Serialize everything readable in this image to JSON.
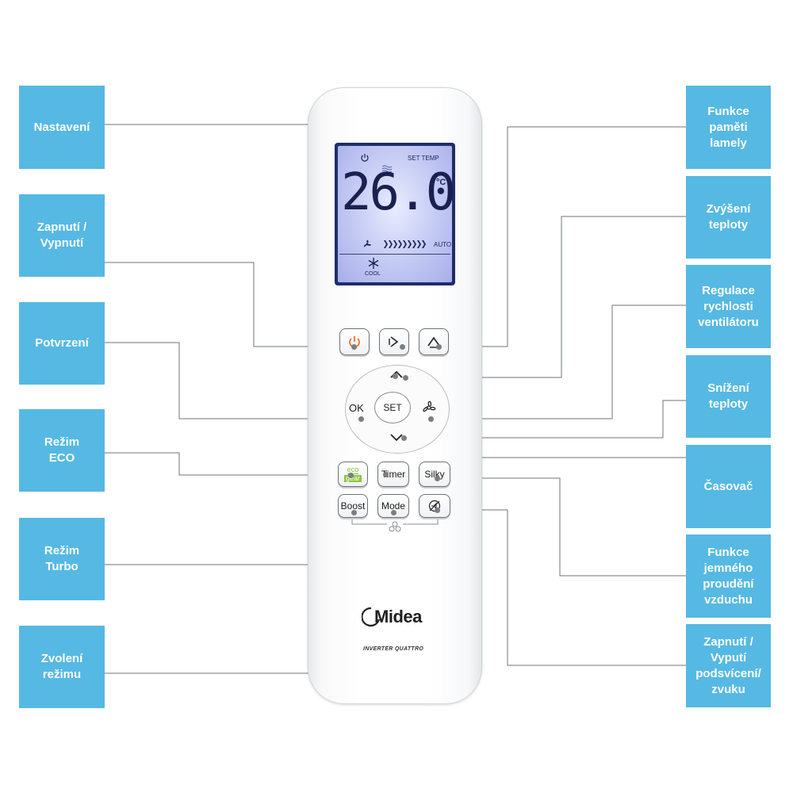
{
  "labels": {
    "nastaveni": "Nastavení",
    "zapnuti": "Zapnutí /\nVypnutí",
    "potvrzeni": "Potvrzení",
    "rezim_eco": "Režim\nECO",
    "rezim_turbo": "Režim\nTurbo",
    "zvoleni_rezimu": "Zvolení\nrežimu",
    "funkce_pameti": "Funkce\npaměti\nlamely",
    "zvyseni": "Zvýšení\nteploty",
    "regulace": "Regulace\nrychlosti\nventilátoru",
    "snizeni": "Snížení\nteploty",
    "casovac": "Časovač",
    "jemne_proudeni": "Funkce\njemného\nproudění\nvzduchu",
    "podsviceni": "Zapnutí /\nVyputí\npodsvícení/\nzvuku"
  },
  "display": {
    "set_temp": "SET TEMP",
    "temperature": "26.0",
    "unit": "°C",
    "fan_mode": "AUTO",
    "mode": "COOL"
  },
  "buttons": {
    "ok": "OK",
    "set": "SET",
    "eco": "eco",
    "gear": "gear",
    "timer": "Timer",
    "silky": "Silky",
    "boost": "Boost",
    "mode": "Mode"
  },
  "brand": {
    "logo": "Midea",
    "model": "INVERTER QUATTRO"
  },
  "colors": {
    "label_bg": "#55b9e3",
    "line": "#6f7378",
    "power_accent": "#e8762b",
    "eco_green": "#8dc63f"
  }
}
